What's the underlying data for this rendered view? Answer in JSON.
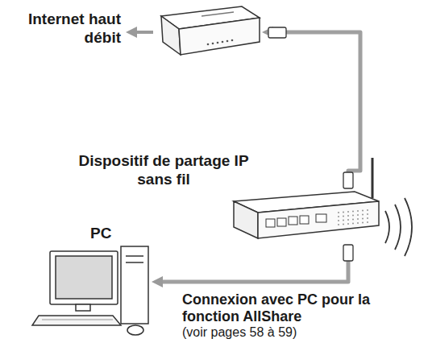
{
  "diagram": {
    "nodes": [
      {
        "text": [
          "Internet haut débit"
        ]
      },
      {
        "text": [
          "Dispositif de partage IP sans fil"
        ]
      },
      {
        "text": [
          "PC"
        ]
      }
    ],
    "edges": [
      {
        "from": 1,
        "to": 0,
        "arrow": "to"
      },
      {
        "from": 1,
        "to": 2,
        "arrow": "to",
        "label": "Connexion avec PC pour la fonction AllShare"
      }
    ],
    "labels": [
      "(voir pages 58 à 59)"
    ]
  }
}
